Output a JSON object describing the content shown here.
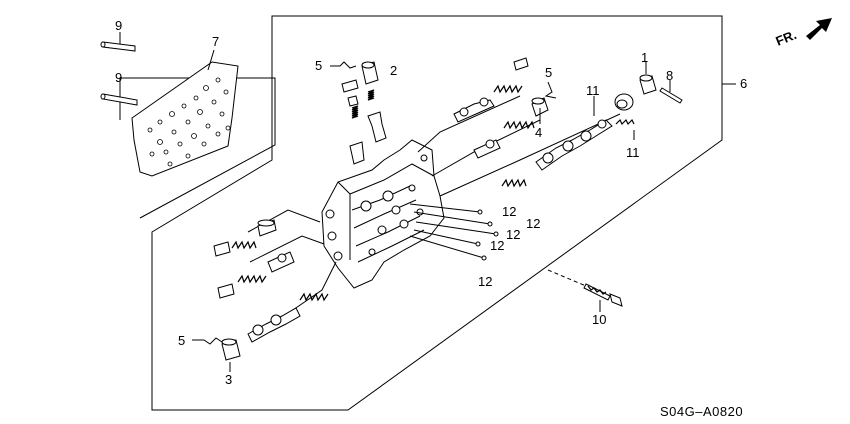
{
  "diagram": {
    "code": "S04G–A0820",
    "front_marker": "FR.",
    "callouts": [
      "1",
      "2",
      "3",
      "4",
      "5",
      "5",
      "5",
      "6",
      "7",
      "8",
      "9",
      "9",
      "10",
      "11",
      "11",
      "12",
      "12",
      "12",
      "12",
      "12"
    ]
  }
}
